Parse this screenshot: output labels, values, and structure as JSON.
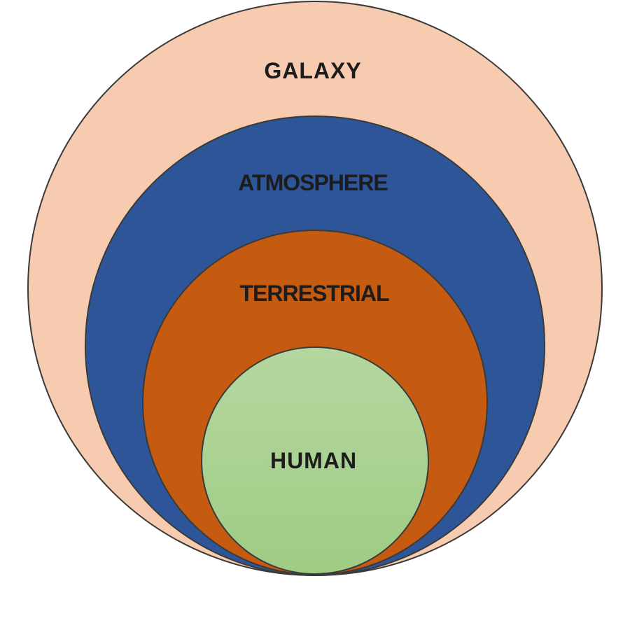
{
  "diagram": {
    "layers": [
      {
        "id": "galaxy",
        "label": "GALAXY",
        "color": "#f6cbaf"
      },
      {
        "id": "atmosphere",
        "label": "ATMOSPHERE",
        "color": "#2e5597"
      },
      {
        "id": "terrestrial",
        "label": "TERRESTRIAL",
        "color": "#c55a11"
      },
      {
        "id": "human",
        "label": "HUMAN",
        "color": "#a9d18e"
      }
    ]
  }
}
